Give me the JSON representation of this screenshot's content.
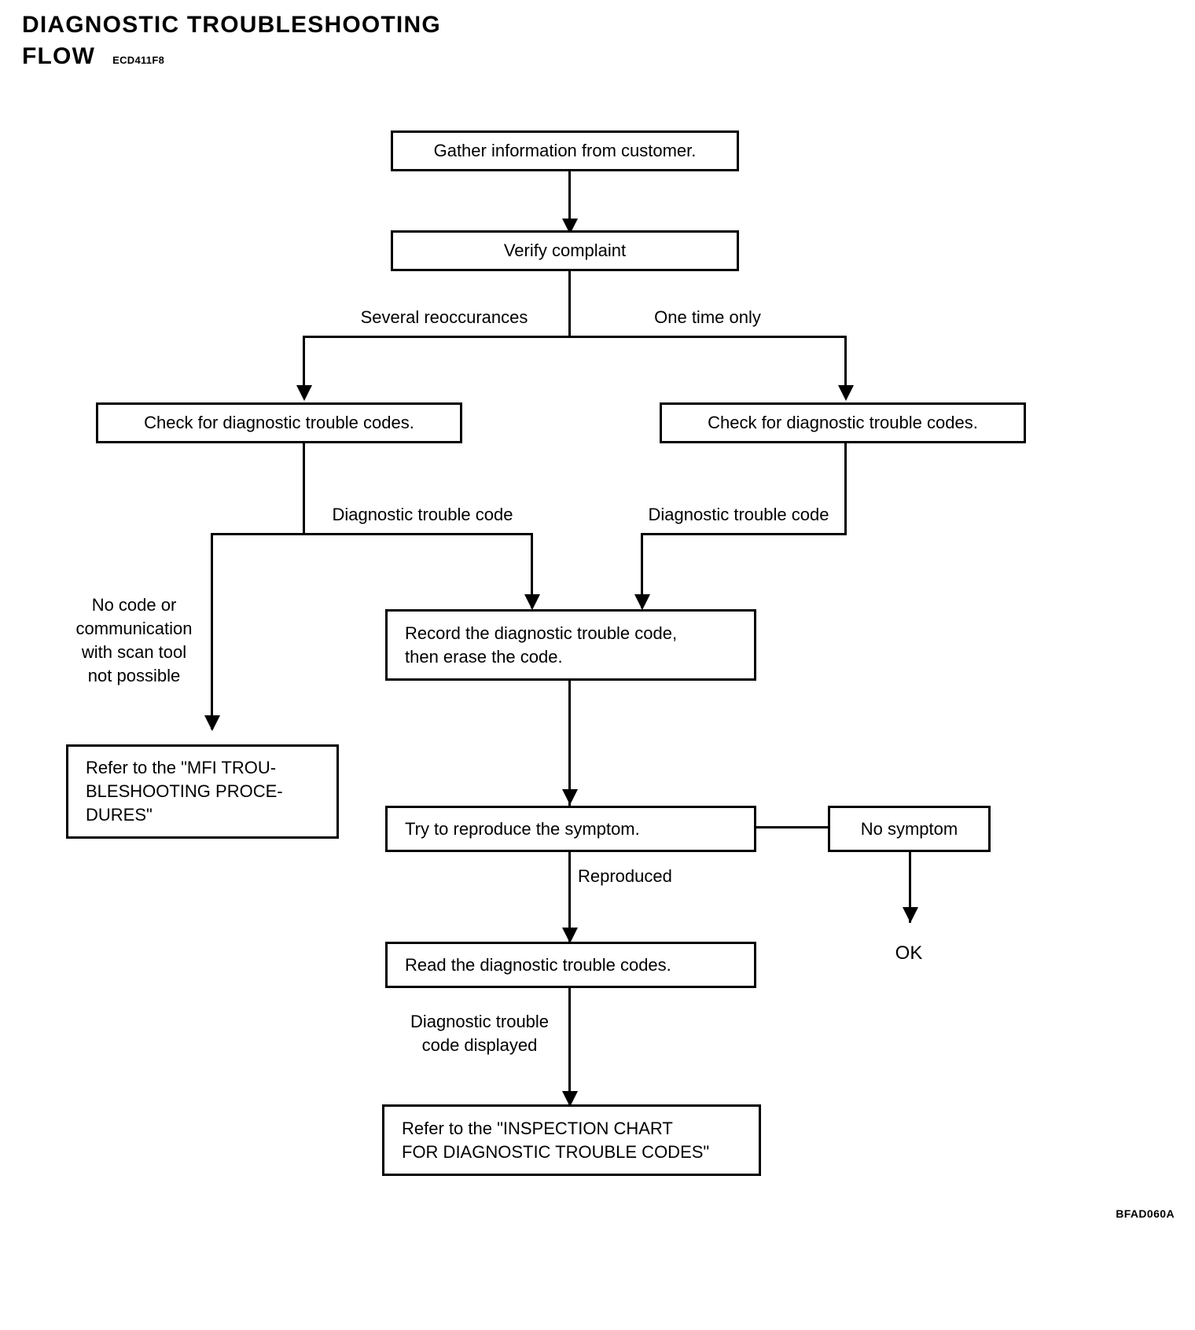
{
  "header": {
    "title_line1": "DIAGNOSTIC TROUBLESHOOTING",
    "title_line2": "FLOW",
    "title_code": "ECD411F8"
  },
  "footer": {
    "code": "BFAD060A"
  },
  "chart_data": {
    "type": "flowchart",
    "title": "DIAGNOSTIC TROUBLESHOOTING FLOW",
    "nodes": [
      {
        "id": "gather",
        "label": "Gather information from customer."
      },
      {
        "id": "verify",
        "label": "Verify complaint"
      },
      {
        "id": "check_left",
        "label": "Check for diagnostic trouble codes."
      },
      {
        "id": "check_right",
        "label": "Check for diagnostic trouble codes."
      },
      {
        "id": "refer_mfi",
        "label": "Refer to the \"MFI TROU-\nBLESHOOTING PROCE-\nDURES\""
      },
      {
        "id": "record",
        "label": "Record the diagnostic trouble code,\nthen erase the code."
      },
      {
        "id": "reproduce",
        "label": "Try to reproduce the symptom."
      },
      {
        "id": "no_symptom",
        "label": "No symptom"
      },
      {
        "id": "read_codes",
        "label": "Read the diagnostic trouble codes."
      },
      {
        "id": "refer_chart",
        "label": "Refer to the \"INSPECTION CHART\nFOR DIAGNOSTIC TROUBLE CODES\""
      },
      {
        "id": "ok",
        "label": "OK"
      }
    ],
    "edges": [
      {
        "from": "gather",
        "to": "verify",
        "label": ""
      },
      {
        "from": "verify",
        "to": "check_left",
        "label": "Several reoccurances"
      },
      {
        "from": "verify",
        "to": "check_right",
        "label": "One time only"
      },
      {
        "from": "check_left",
        "to": "refer_mfi",
        "label": "No code or\ncommunication\nwith scan tool\nnot possible"
      },
      {
        "from": "check_left",
        "to": "record",
        "label": "Diagnostic trouble code"
      },
      {
        "from": "check_right",
        "to": "record",
        "label": "Diagnostic trouble code"
      },
      {
        "from": "record",
        "to": "reproduce",
        "label": ""
      },
      {
        "from": "reproduce",
        "to": "no_symptom",
        "label": ""
      },
      {
        "from": "reproduce",
        "to": "read_codes",
        "label": "Reproduced"
      },
      {
        "from": "no_symptom",
        "to": "ok",
        "label": ""
      },
      {
        "from": "read_codes",
        "to": "refer_chart",
        "label": "Diagnostic trouble\ncode displayed"
      }
    ]
  },
  "nodes": {
    "gather": {
      "label": "Gather information from customer."
    },
    "verify": {
      "label": "Verify complaint"
    },
    "check_left": {
      "label": "Check for diagnostic trouble codes."
    },
    "check_right": {
      "label": "Check for diagnostic trouble codes."
    },
    "refer_mfi": {
      "label": "Refer to the \"MFI TROU-\nBLESHOOTING PROCE-\nDURES\""
    },
    "record": {
      "label": "Record the diagnostic trouble code,\nthen erase the code."
    },
    "reproduce": {
      "label": "Try to reproduce the symptom."
    },
    "no_symptom": {
      "label": "No symptom"
    },
    "read_codes": {
      "label": "Read the diagnostic trouble codes."
    },
    "refer_chart": {
      "label": "Refer to the \"INSPECTION CHART\nFOR DIAGNOSTIC TROUBLE CODES\""
    }
  },
  "labels": {
    "several_reoccurances": "Several reoccurances",
    "one_time_only": "One time only",
    "dtc_left": "Diagnostic trouble code",
    "dtc_right": "Diagnostic trouble code",
    "no_code": "No code or\ncommunication\nwith scan tool\nnot possible",
    "reproduced": "Reproduced",
    "dtc_displayed": "Diagnostic trouble\ncode displayed",
    "ok": "OK"
  }
}
